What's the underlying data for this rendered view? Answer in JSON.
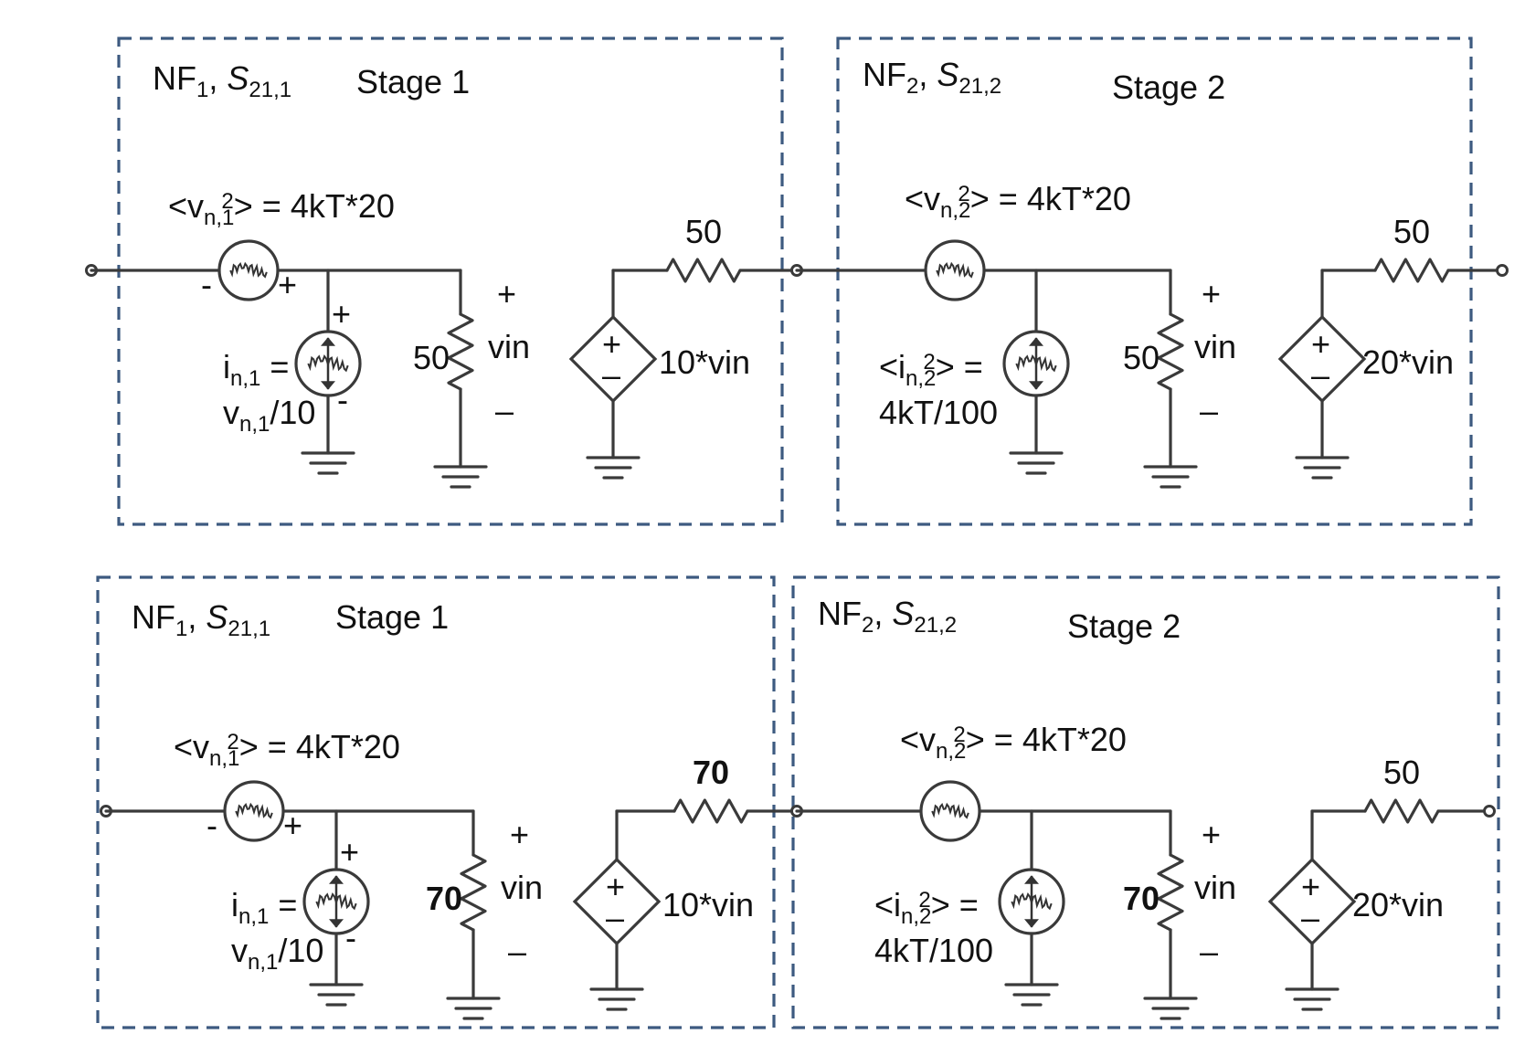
{
  "diagram_title": "",
  "colors": {
    "wire": "#3a3a3a",
    "box": "#3d5a80",
    "text": "#111111"
  },
  "top": {
    "stage1": {
      "nf": "NF",
      "nf_sub": "1",
      "s": "S",
      "s_sub": "21,1",
      "name": "Stage 1",
      "vnoise_label": "<v",
      "vnoise_sub": "n,1",
      "vnoise_sup": "2",
      "vnoise_rhs": "> = 4kT*20",
      "vsrc_minus": "-",
      "vsrc_plus": "+",
      "isrc_plus": "+",
      "isrc_minus": "-",
      "i_line1": "i",
      "i_line1_sub": "n,1",
      "i_line1_rhs": " =",
      "i_line2": "v",
      "i_line2_sub": "n,1",
      "i_line2_rhs": "/10",
      "res_value": "50",
      "vin_plus": "+",
      "vin": "vin",
      "vin_minus": "–",
      "gain": "10*vin",
      "out_res": "50",
      "dep_plus": "+",
      "dep_minus": "–"
    },
    "stage2": {
      "nf": "NF",
      "nf_sub": "2",
      "s": "S",
      "s_sub": "21,2",
      "name": "Stage 2",
      "vnoise_label": "<v",
      "vnoise_sub": "n,2",
      "vnoise_sup": "2",
      "vnoise_rhs": "> = 4kT*20",
      "inoise_label": "<i",
      "inoise_sub": "n,2",
      "inoise_sup": "2",
      "inoise_rhs": "> =",
      "inoise_line2": "4kT/100",
      "res_value": "50",
      "vin_plus": "+",
      "vin": "vin",
      "vin_minus": "–",
      "gain": "20*vin",
      "out_res": "50",
      "dep_plus": "+",
      "dep_minus": "–"
    }
  },
  "bottom": {
    "stage1": {
      "nf": "NF",
      "nf_sub": "1",
      "s": "S",
      "s_sub": "21,1",
      "name": "Stage 1",
      "vnoise_label": "<v",
      "vnoise_sub": "n,1",
      "vnoise_sup": "2",
      "vnoise_rhs": "> = 4kT*20",
      "vsrc_minus": "-",
      "vsrc_plus": "+",
      "isrc_plus": "+",
      "isrc_minus": "-",
      "i_line1": "i",
      "i_line1_sub": "n,1",
      "i_line1_rhs": " =",
      "i_line2": "v",
      "i_line2_sub": "n,1",
      "i_line2_rhs": "/10",
      "res_value": "70",
      "vin_plus": "+",
      "vin": "vin",
      "vin_minus": "–",
      "gain": "10*vin",
      "out_res": "70",
      "dep_plus": "+",
      "dep_minus": "–"
    },
    "stage2": {
      "nf": "NF",
      "nf_sub": "2",
      "s": "S",
      "s_sub": "21,2",
      "name": "Stage 2",
      "vnoise_label": "<v",
      "vnoise_sub": "n,2",
      "vnoise_sup": "2",
      "vnoise_rhs": "> = 4kT*20",
      "inoise_label": "<i",
      "inoise_sub": "n,2",
      "inoise_sup": "2",
      "inoise_rhs": "> =",
      "inoise_line2": "4kT/100",
      "res_value": "70",
      "vin_plus": "+",
      "vin": "vin",
      "vin_minus": "–",
      "gain": "20*vin",
      "out_res": "50",
      "dep_plus": "+",
      "dep_minus": "–"
    }
  }
}
